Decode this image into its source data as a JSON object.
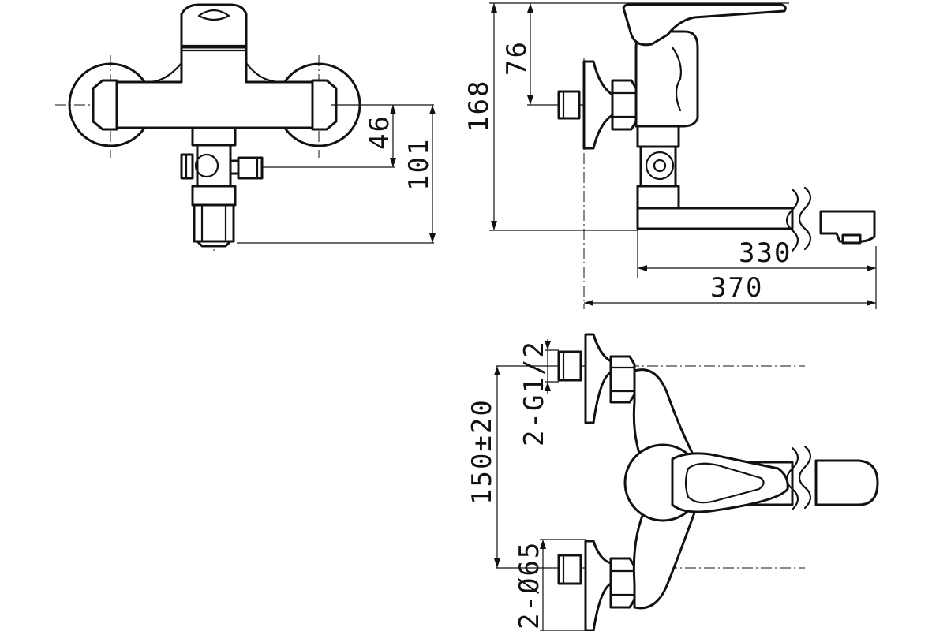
{
  "dimensions": {
    "d76": "76",
    "d168": "168",
    "d46": "46",
    "d101": "101",
    "d330": "330",
    "d370": "370",
    "d150": "150±20",
    "dg12": "2-G1/2",
    "d65": "2-Ø65"
  },
  "colors": {
    "line": "#111111",
    "background": "#ffffff"
  }
}
